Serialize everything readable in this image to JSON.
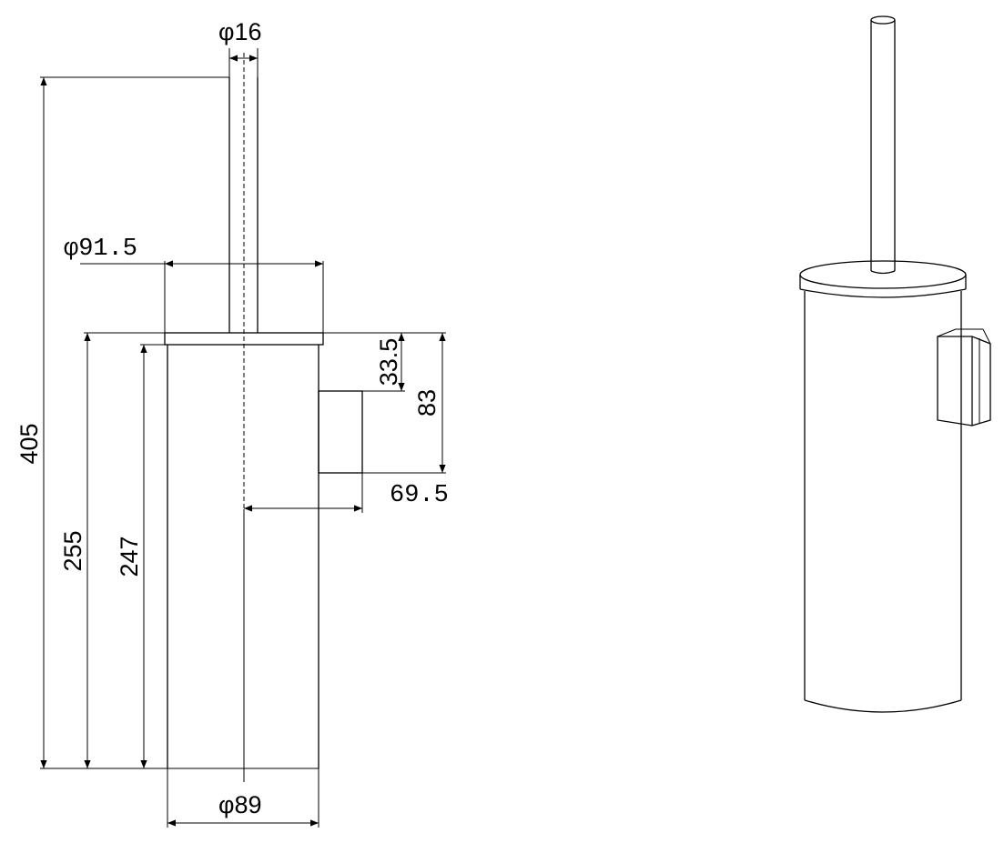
{
  "drawing": {
    "dimensions": {
      "rod_diameter": "φ16",
      "lid_diameter": "φ91.5",
      "overall_height": "405",
      "lid_to_bracket": "33.5",
      "bracket_height": "83",
      "bracket_depth": "69.5",
      "body_height": "255",
      "body_inner_height": "247",
      "body_diameter": "φ89"
    },
    "colors": {
      "line": "#000000",
      "background": "#ffffff"
    }
  }
}
